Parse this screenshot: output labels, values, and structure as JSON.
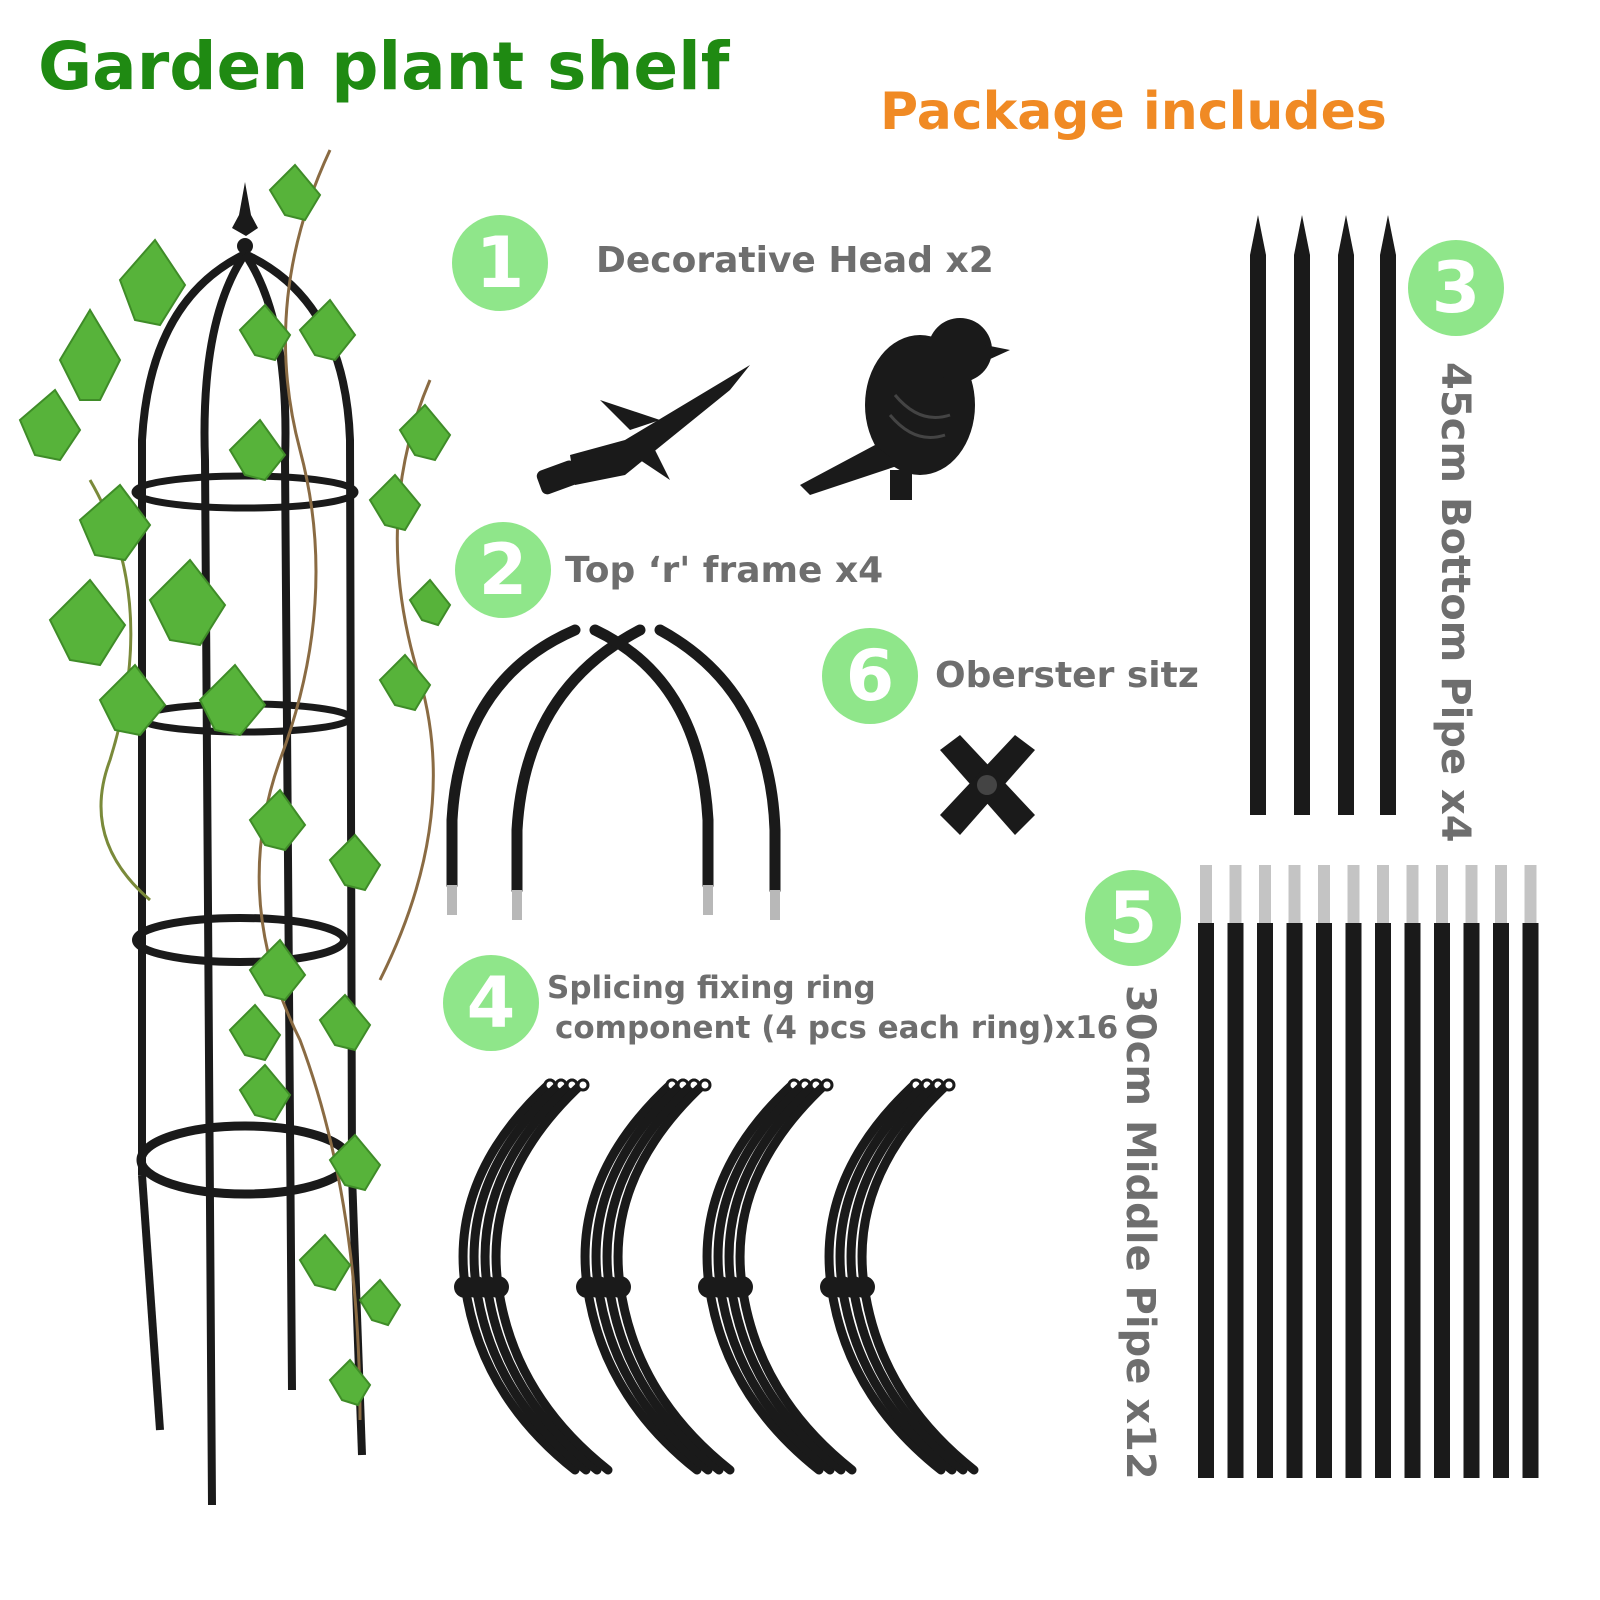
{
  "title": "Garden plant shelf",
  "package_title": "Package includes",
  "colors": {
    "title_green": "#1f8a12",
    "package_orange": "#f08a24",
    "badge_green": "#8fe68a",
    "label_gray": "#6e6e6e",
    "part_black": "#1a1a1a"
  },
  "items": [
    {
      "number": "1",
      "label": "Decorative Head x2"
    },
    {
      "number": "2",
      "label": "Top  ‘r' frame x4"
    },
    {
      "number": "3",
      "label": "45cm Bottom Pipe x4"
    },
    {
      "number": "4",
      "label_line1": "Splicing fixing ring",
      "label_line2": "component (4 pcs each ring)x16"
    },
    {
      "number": "5",
      "label": "30cm Middle Pipe x12"
    },
    {
      "number": "6",
      "label": "Oberster sitz"
    }
  ]
}
